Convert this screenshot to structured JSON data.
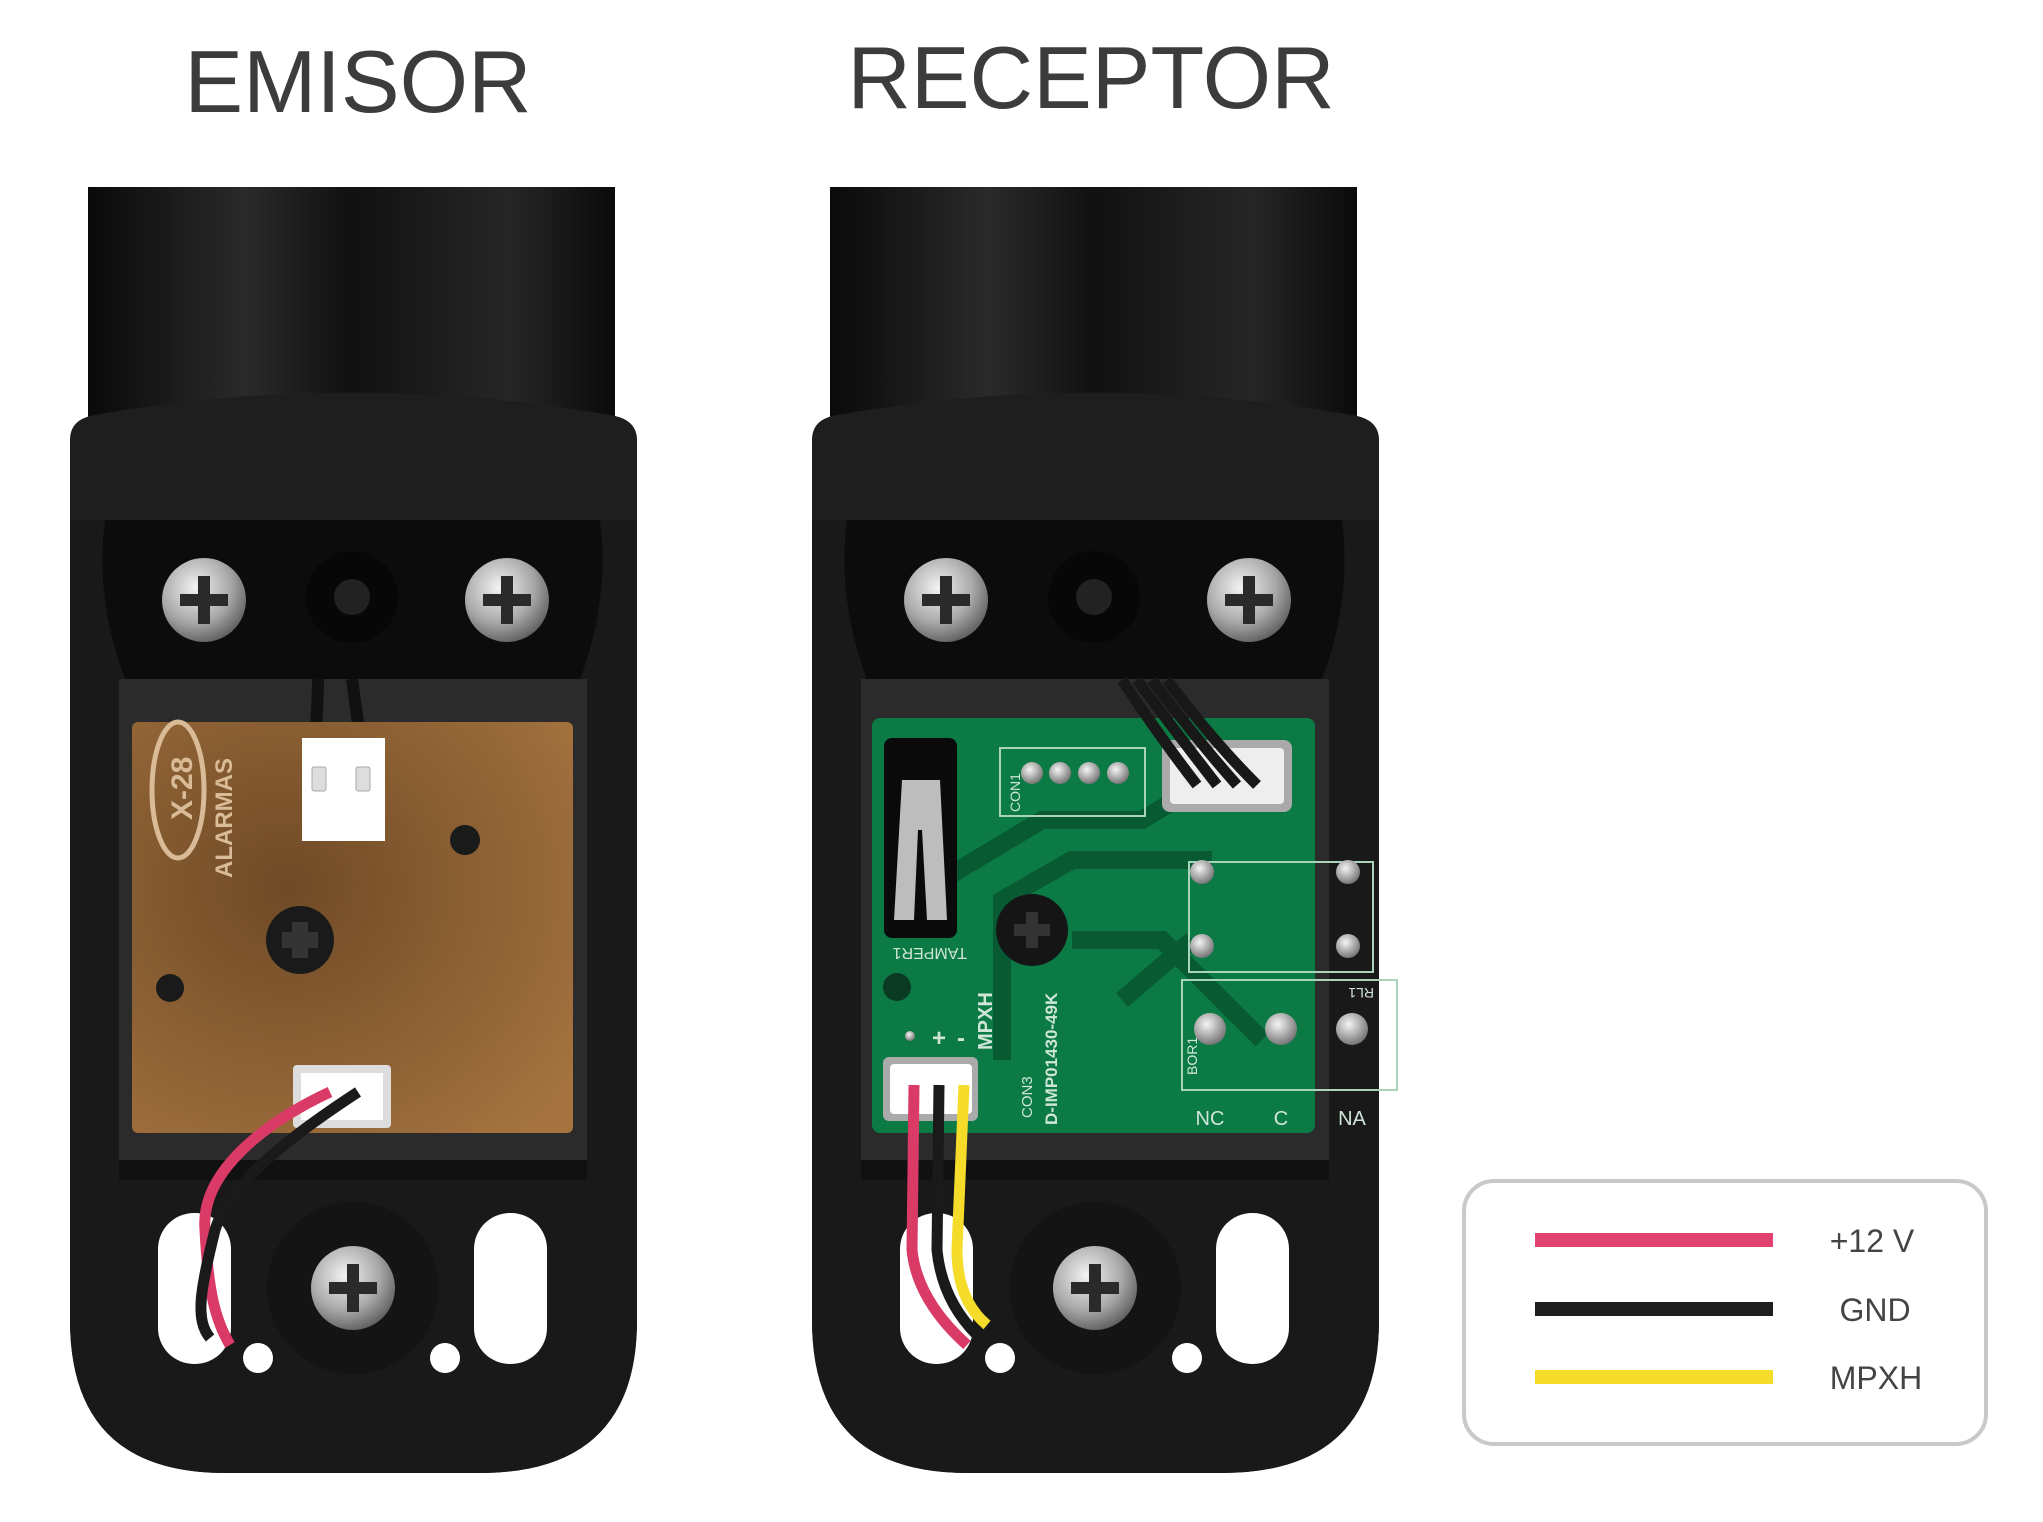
{
  "titles": {
    "emitter": "EMISOR",
    "receiver": "RECEPTOR"
  },
  "emitter_pcb": {
    "logo": "X-28",
    "brand": "ALARMAS"
  },
  "receiver_pcb": {
    "con1": "CON1",
    "tamper": "TAMPER1",
    "plus": "+",
    "minus": "-",
    "mpxh": "MPXH",
    "con3": "CON3",
    "part": "D-IMP01430-49K",
    "bor1": "BOR1",
    "rl1": "RL1",
    "nc": "NC",
    "c": "C",
    "na": "NA"
  },
  "legend": {
    "items": [
      {
        "label": "+12 V",
        "color": "#e0416f"
      },
      {
        "label": "GND",
        "color": "#1e1e1e"
      },
      {
        "label": "MPXH",
        "color": "#f5dc2a"
      }
    ]
  },
  "colors": {
    "housing": "#1c1c1c",
    "emitter_pcb": "#9a6a38",
    "receiver_pcb": "#0b7a45"
  }
}
